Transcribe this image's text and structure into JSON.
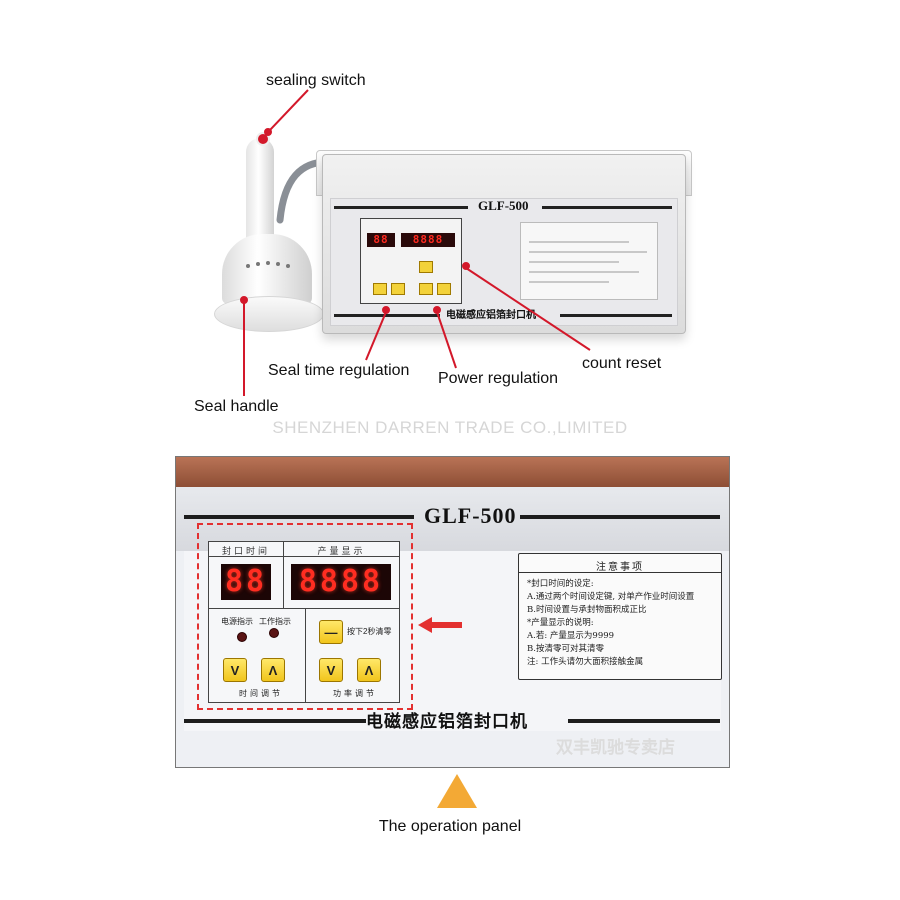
{
  "callouts": {
    "sealing_switch": "sealing switch",
    "seal_time": "Seal time regulation",
    "power": "Power regulation",
    "count_reset": "count reset",
    "seal_handle": "Seal handle"
  },
  "watermark": "SHENZHEN  DARREN TRADE CO.,LIMITED",
  "machine": {
    "model": "GLF-500",
    "product_name_cn": "电磁感应铝箔封口机"
  },
  "panel": {
    "seal_time_header": "封口时间",
    "count_header": "产量显示",
    "time_display": "88",
    "count_display": "8888",
    "power_indicator_label": "电源指示",
    "work_indicator_label": "工作指示",
    "reset_hint": "按下2秒清零",
    "reset_symbol": "—",
    "time_adjust_label": "时间调节",
    "power_adjust_label": "功率调节",
    "down_symbol": "V",
    "up_symbol": "Λ"
  },
  "notice": {
    "title": "注意事项",
    "lines": [
      "*封口时间的设定:",
      "A.通过两个时间设定键, 对单产作业时间设置",
      "B.时间设置与承封物面积成正比",
      "*产量显示的说明:",
      "A.若: 产量显示为9999",
      "B.按清零可对其清零",
      "注: 工作头请勿大面积接触金属"
    ]
  },
  "store_watermark": "双丰凯驰专卖店",
  "caption": "The operation panel",
  "colors": {
    "callout_line": "#d3182a",
    "dashed_box": "#e33030",
    "arrow": "#e33030",
    "triangle": "#f3a935",
    "led_digits": "#ff2d21",
    "keys": "#f1c51c"
  }
}
